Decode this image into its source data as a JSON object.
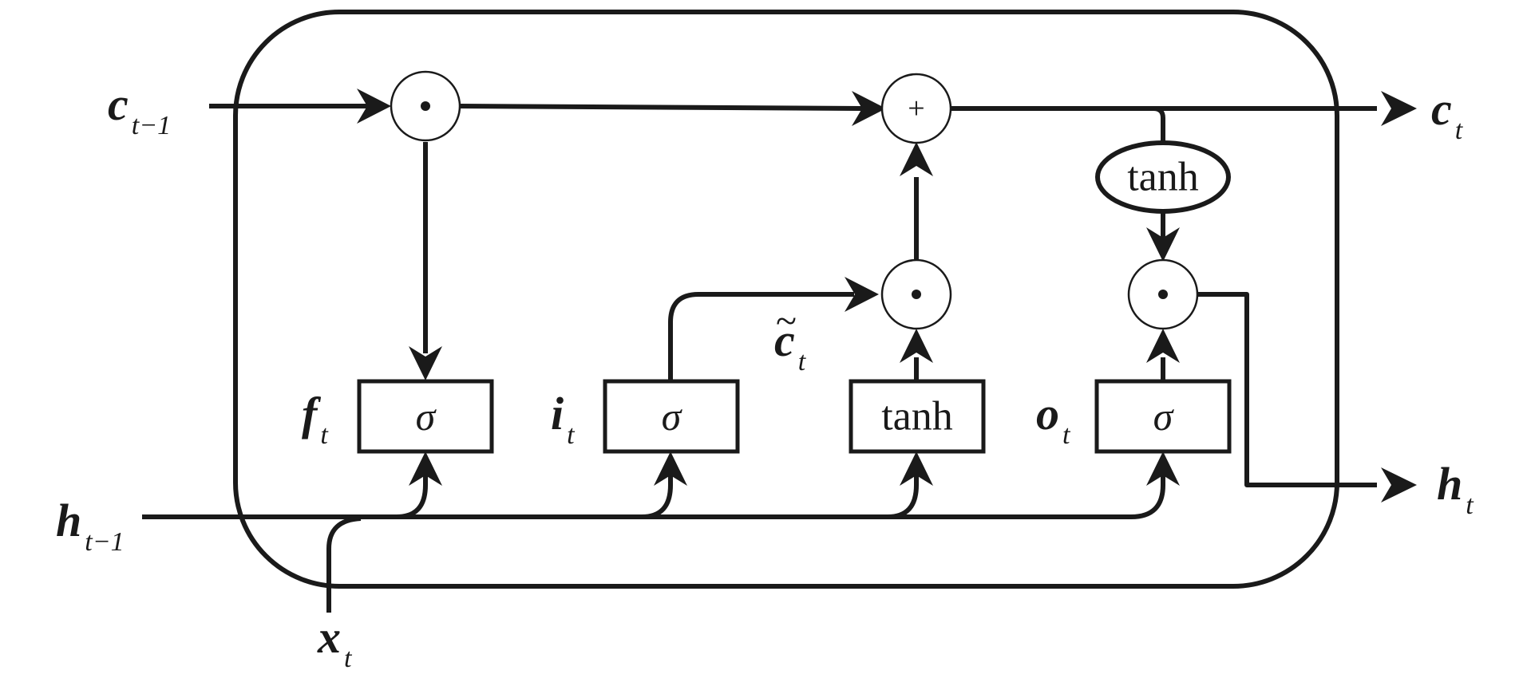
{
  "labels": {
    "c_prev": {
      "main": "c",
      "sub": "t−1"
    },
    "c_out": {
      "main": "c",
      "sub": "t"
    },
    "h_prev": {
      "main": "h",
      "sub": "t−1"
    },
    "h_out": {
      "main": "h",
      "sub": "t"
    },
    "x_in": {
      "main": "x",
      "sub": "t"
    },
    "f_gate": {
      "main": "f",
      "sub": "t"
    },
    "i_gate": {
      "main": "i",
      "sub": "t"
    },
    "o_gate": {
      "main": "o",
      "sub": "t"
    },
    "c_tilde": {
      "main": "c",
      "sub": "t",
      "accent": "~"
    }
  },
  "nodes": {
    "forget_mult": "·",
    "sum": "+",
    "input_mult": "·",
    "output_mult": "·"
  },
  "gates": {
    "forget": "σ",
    "input": "σ",
    "candidate": "tanh",
    "output": "σ"
  },
  "cell_tanh": "tanh"
}
